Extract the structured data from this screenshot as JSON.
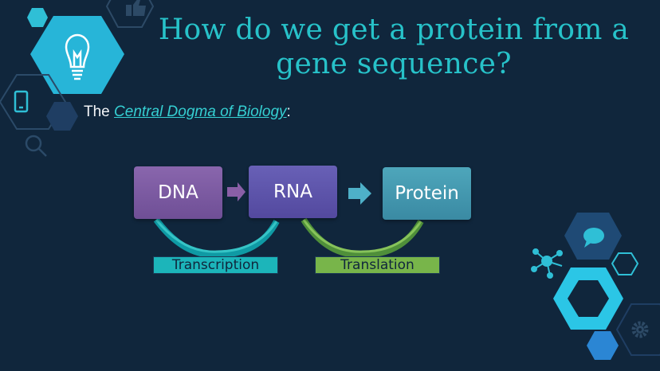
{
  "slide": {
    "title_line1": "How do we get a protein from a",
    "title_line2": "gene sequence?",
    "intro_prefix": "The ",
    "intro_link": "Central Dogma of Biology",
    "intro_suffix": ":"
  },
  "diagram": {
    "nodes": [
      "DNA",
      "RNA",
      "Protein"
    ],
    "processes": [
      "Transcription",
      "Translation"
    ]
  },
  "colors": {
    "background": "#10263c",
    "title": "#27c2c9",
    "dna": "#7b5aa3",
    "rna": "#5c54aa",
    "protein": "#4599b0",
    "transcription": "#1cb5ba",
    "translation": "#78b54a"
  },
  "icons": [
    "lightbulb-icon",
    "thumbs-up-icon",
    "phone-icon",
    "magnifier-icon",
    "chat-bubble-icon",
    "network-icon",
    "gear-icon"
  ]
}
